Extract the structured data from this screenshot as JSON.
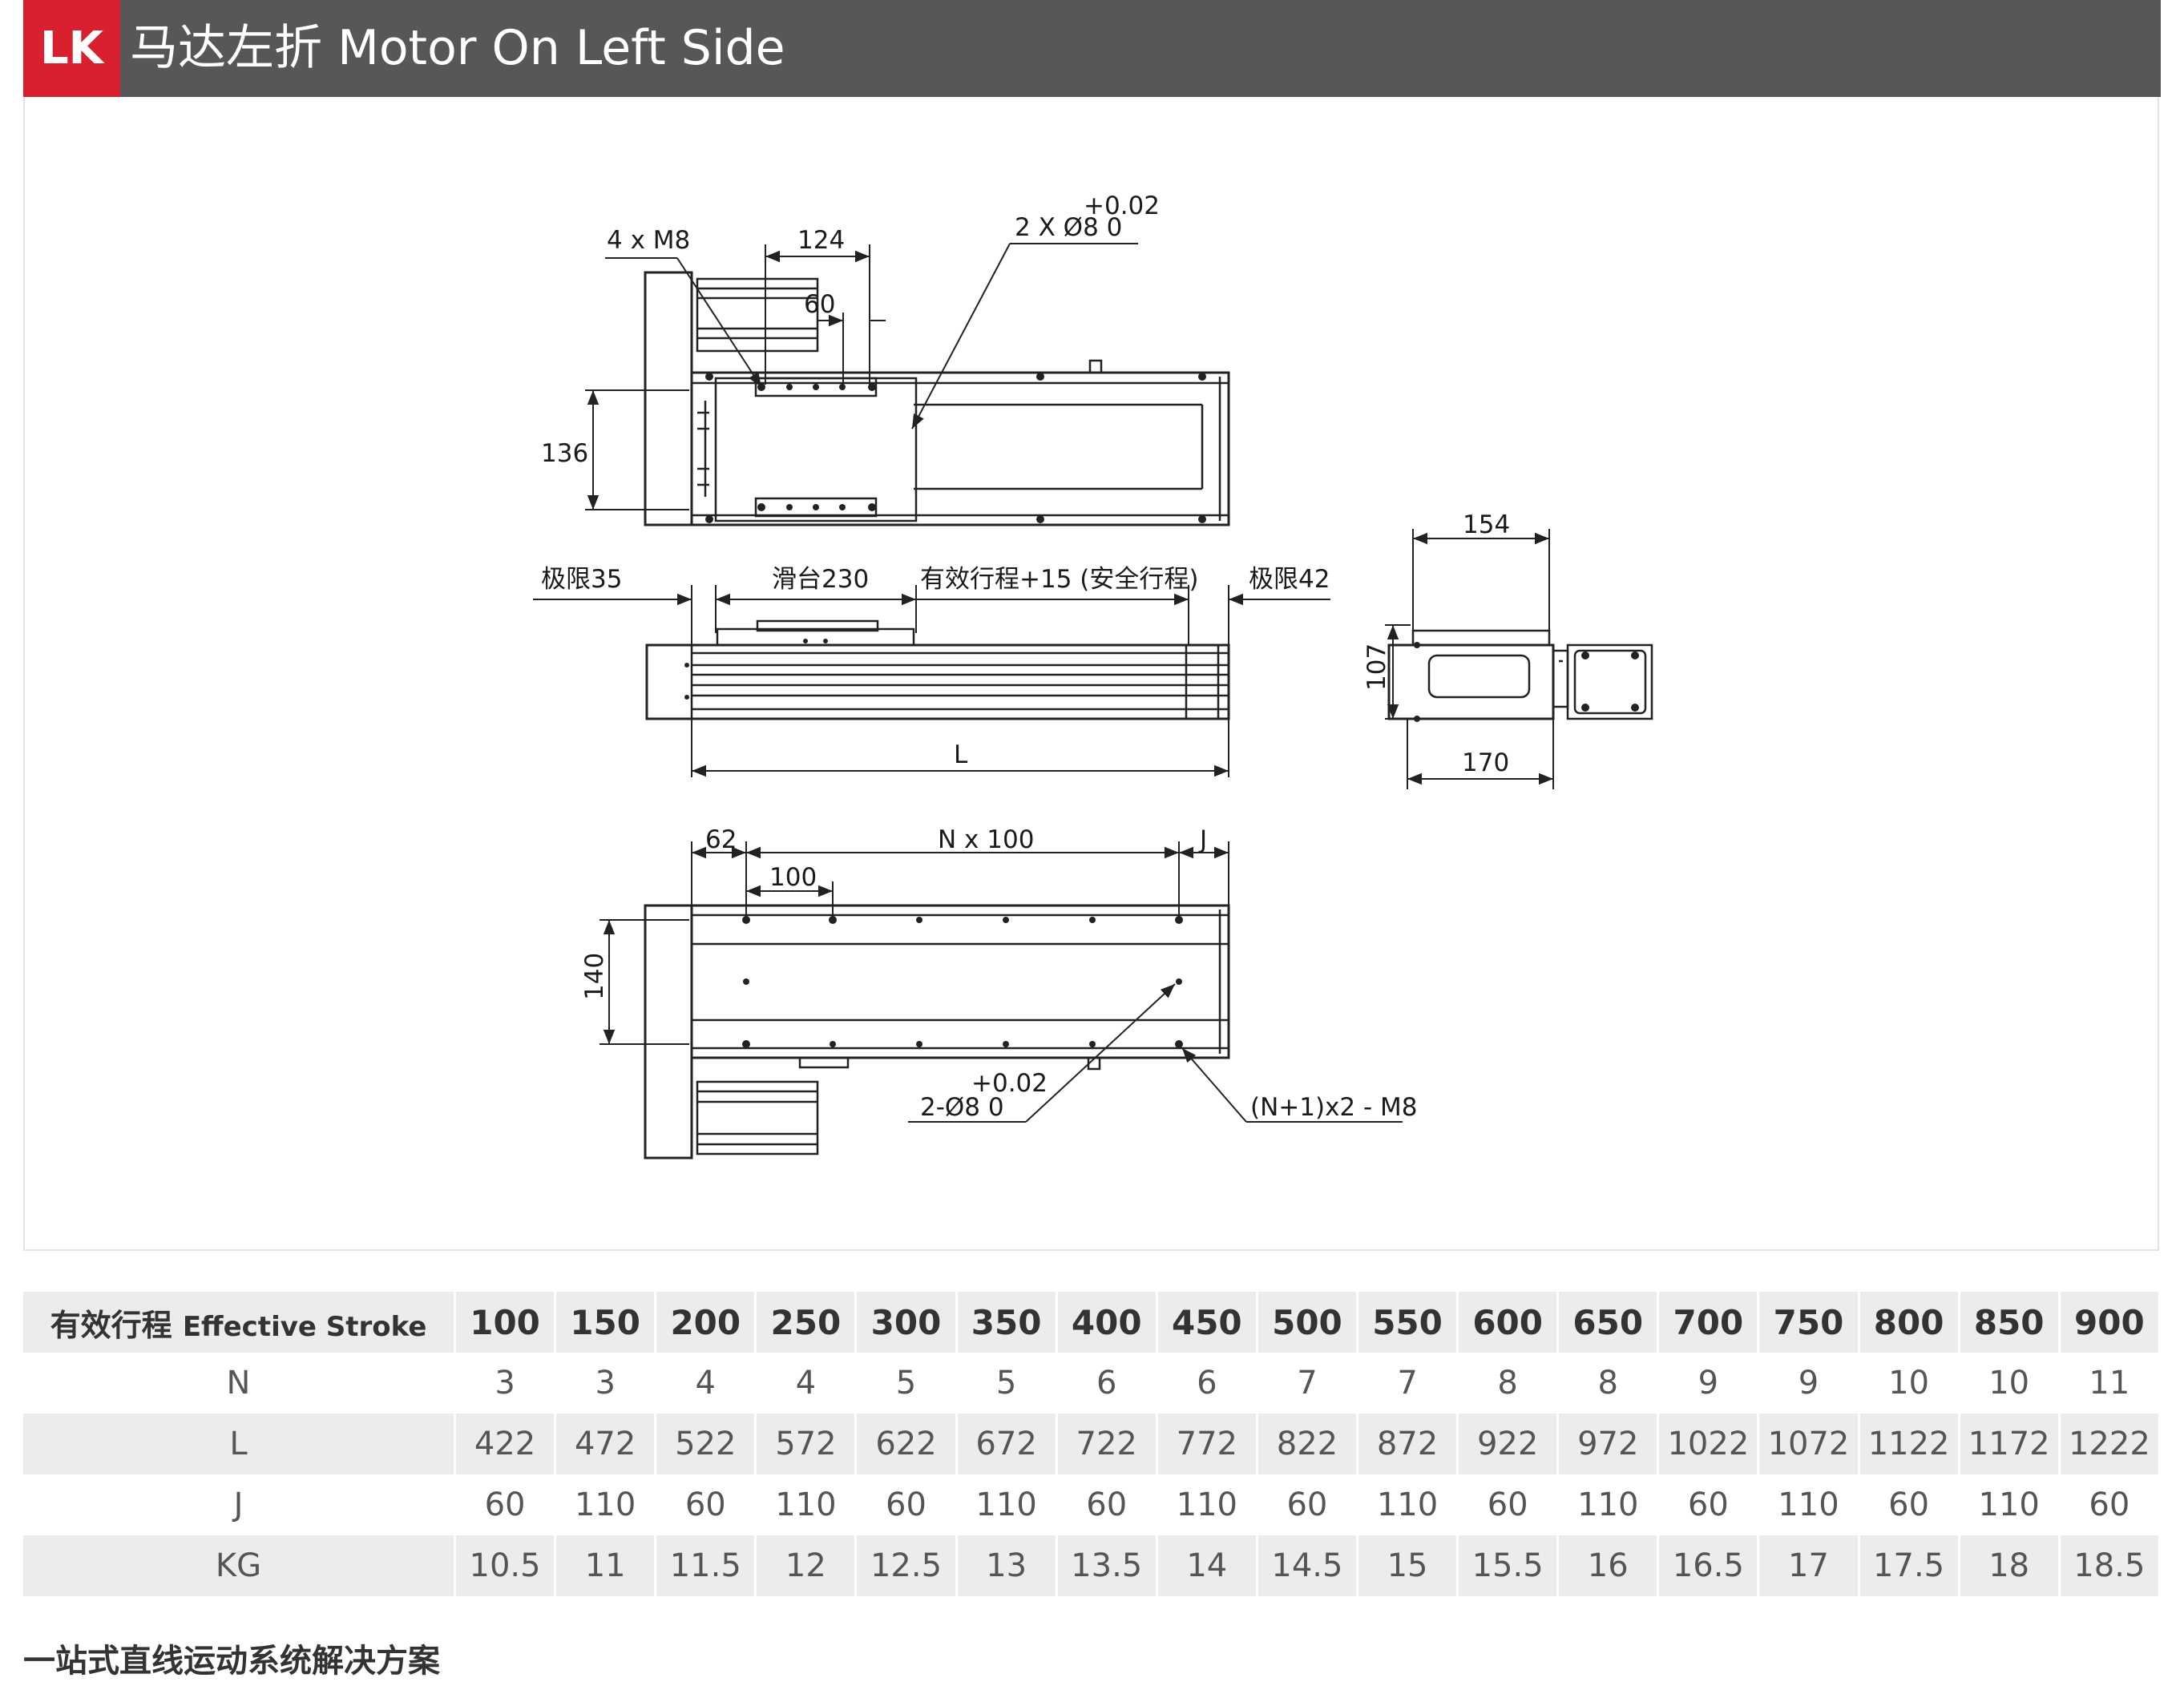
{
  "header": {
    "badge": "LK",
    "title": "马达左折 Motor On Left Side",
    "accent_color": "#d9202f",
    "bar_color": "#585757"
  },
  "drawing": {
    "top_view": {
      "label_4xM8": "4 x M8",
      "dim_124": "124",
      "dim_60": "60",
      "pin_tol": "+0.02",
      "pin_label": "2 X Ø8  0",
      "dim_136": "136"
    },
    "side_view": {
      "limit_left": "极限35",
      "slide": "滑台230",
      "stroke": "有效行程+15 (安全行程)",
      "limit_right": "极限42",
      "length": "L"
    },
    "end_view": {
      "width_154": "154",
      "height_107": "107",
      "width_170": "170"
    },
    "bottom_view": {
      "dim_62": "62",
      "pitch": "N x 100",
      "dim_J": "J",
      "dim_100": "100",
      "dim_140": "140",
      "pin_tol": "+0.02",
      "pin_label": "2-Ø8  0",
      "holes_label": "(N+1)x2 - M8"
    }
  },
  "table": {
    "header_cn": "有效行程",
    "header_en": "Effective Stroke",
    "strokes": [
      "100",
      "150",
      "200",
      "250",
      "300",
      "350",
      "400",
      "450",
      "500",
      "550",
      "600",
      "650",
      "700",
      "750",
      "800",
      "850",
      "900"
    ],
    "rows": [
      {
        "label": "N",
        "values": [
          "3",
          "3",
          "4",
          "4",
          "5",
          "5",
          "6",
          "6",
          "7",
          "7",
          "8",
          "8",
          "9",
          "9",
          "10",
          "10",
          "11"
        ]
      },
      {
        "label": "L",
        "values": [
          "422",
          "472",
          "522",
          "572",
          "622",
          "672",
          "722",
          "772",
          "822",
          "872",
          "922",
          "972",
          "1022",
          "1072",
          "1122",
          "1172",
          "1222"
        ]
      },
      {
        "label": "J",
        "values": [
          "60",
          "110",
          "60",
          "110",
          "60",
          "110",
          "60",
          "110",
          "60",
          "110",
          "60",
          "110",
          "60",
          "110",
          "60",
          "110",
          "60"
        ]
      },
      {
        "label": "KG",
        "values": [
          "10.5",
          "11",
          "11.5",
          "12",
          "12.5",
          "13",
          "13.5",
          "14",
          "14.5",
          "15",
          "15.5",
          "16",
          "16.5",
          "17",
          "17.5",
          "18",
          "18.5"
        ]
      }
    ]
  },
  "footer": {
    "slogan": "一站式直线运动系统解决方案"
  }
}
